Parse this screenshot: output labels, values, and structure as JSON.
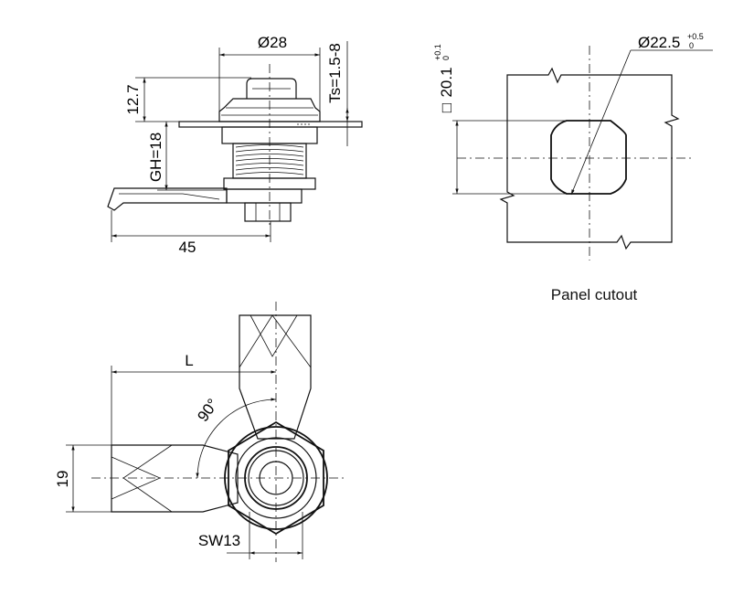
{
  "side_view": {
    "dim_top_diameter": "Ø28",
    "dim_thickness": "Ts=1.5-8",
    "dim_height": "12.7",
    "dim_grip": "GH=18",
    "dim_length": "45"
  },
  "cutout_view": {
    "dim_diameter": "Ø22.5",
    "dim_diameter_tol_upper": "+0.5",
    "dim_diameter_tol_lower": "0",
    "dim_square_symbol": "□",
    "dim_square": "20.1",
    "dim_square_tol_upper": "+0.1",
    "dim_square_tol_lower": "0",
    "caption": "Panel cutout"
  },
  "front_view": {
    "dim_lever": "L",
    "dim_angle": "90°",
    "dim_width": "19",
    "dim_wrench": "SW13"
  }
}
